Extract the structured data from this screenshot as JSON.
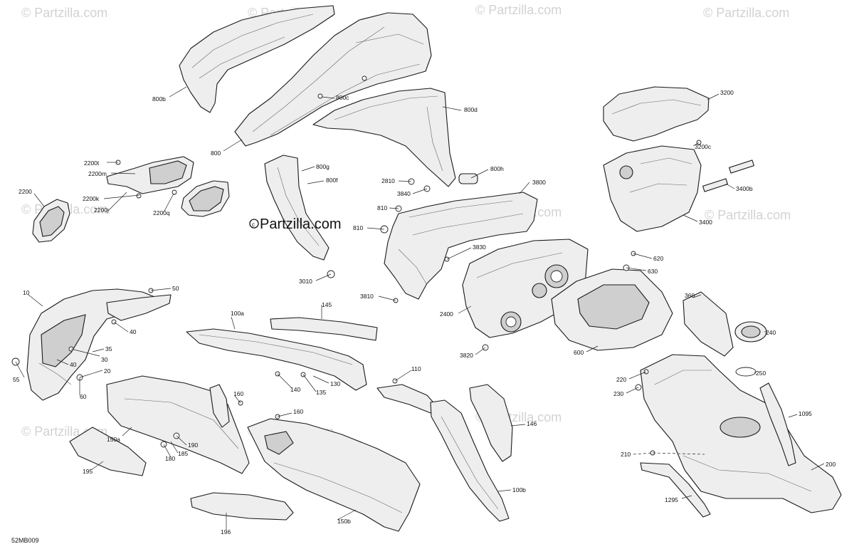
{
  "watermark_text": "© Partzilla.com",
  "brand_text": "Partzilla.com",
  "diagram_code": "52MB009",
  "callouts": [
    {
      "id": "800b",
      "text": "800b"
    },
    {
      "id": "800",
      "text": "800"
    },
    {
      "id": "800c",
      "text": "800c"
    },
    {
      "id": "800d",
      "text": "800d"
    },
    {
      "id": "800g",
      "text": "800g"
    },
    {
      "id": "800f",
      "text": "800f"
    },
    {
      "id": "800h",
      "text": "800h"
    },
    {
      "id": "2200t",
      "text": "2200t"
    },
    {
      "id": "2200m",
      "text": "2200m"
    },
    {
      "id": "2200",
      "text": "2200"
    },
    {
      "id": "2200k",
      "text": "2200k"
    },
    {
      "id": "2200j",
      "text": "2200j"
    },
    {
      "id": "2200q",
      "text": "2200q"
    },
    {
      "id": "2810",
      "text": "2810"
    },
    {
      "id": "3840",
      "text": "3840"
    },
    {
      "id": "810a",
      "text": "810"
    },
    {
      "id": "810b",
      "text": "810"
    },
    {
      "id": "3800",
      "text": "3800"
    },
    {
      "id": "3830",
      "text": "3830"
    },
    {
      "id": "3810",
      "text": "3810"
    },
    {
      "id": "3010",
      "text": "3010"
    },
    {
      "id": "2400",
      "text": "2400"
    },
    {
      "id": "3820",
      "text": "3820"
    },
    {
      "id": "3200",
      "text": "3200"
    },
    {
      "id": "3200c",
      "text": "3200c"
    },
    {
      "id": "3400b",
      "text": "3400b"
    },
    {
      "id": "3400",
      "text": "3400"
    },
    {
      "id": "620",
      "text": "620"
    },
    {
      "id": "630",
      "text": "630"
    },
    {
      "id": "600",
      "text": "600"
    },
    {
      "id": "360",
      "text": "360"
    },
    {
      "id": "240",
      "text": "240"
    },
    {
      "id": "250",
      "text": "250"
    },
    {
      "id": "220",
      "text": "220"
    },
    {
      "id": "230",
      "text": "230"
    },
    {
      "id": "1095",
      "text": "1095"
    },
    {
      "id": "210",
      "text": "210"
    },
    {
      "id": "200",
      "text": "200"
    },
    {
      "id": "1295",
      "text": "1295"
    },
    {
      "id": "10",
      "text": "10"
    },
    {
      "id": "50",
      "text": "50"
    },
    {
      "id": "40a",
      "text": "40"
    },
    {
      "id": "35",
      "text": "35"
    },
    {
      "id": "30",
      "text": "30"
    },
    {
      "id": "40b",
      "text": "40"
    },
    {
      "id": "20",
      "text": "20"
    },
    {
      "id": "55",
      "text": "55"
    },
    {
      "id": "60",
      "text": "60"
    },
    {
      "id": "100a",
      "text": "100a"
    },
    {
      "id": "145",
      "text": "145"
    },
    {
      "id": "140",
      "text": "140"
    },
    {
      "id": "135",
      "text": "135"
    },
    {
      "id": "130",
      "text": "130"
    },
    {
      "id": "110",
      "text": "110"
    },
    {
      "id": "160a",
      "text": "160"
    },
    {
      "id": "160b",
      "text": "160"
    },
    {
      "id": "150a",
      "text": "150a"
    },
    {
      "id": "190",
      "text": "190"
    },
    {
      "id": "185",
      "text": "185"
    },
    {
      "id": "180",
      "text": "180"
    },
    {
      "id": "195",
      "text": "195"
    },
    {
      "id": "146",
      "text": "146"
    },
    {
      "id": "100b",
      "text": "100b"
    },
    {
      "id": "150b",
      "text": "150b"
    },
    {
      "id": "196",
      "text": "196"
    }
  ]
}
